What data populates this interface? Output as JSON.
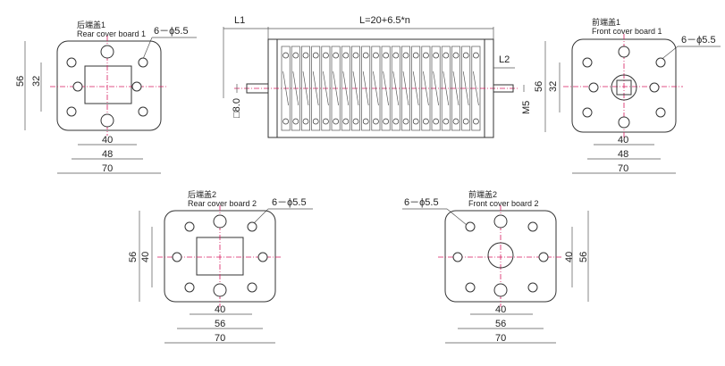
{
  "top_views": {
    "rear1": {
      "label_cn": "后端盖1",
      "label_en": "Rear cover board 1",
      "hole_spec": "6－ϕ5.5",
      "dims": {
        "height": "56",
        "inner_h": "32",
        "w1": "40",
        "w2": "48",
        "w3": "70"
      }
    },
    "front1": {
      "label_cn": "前端盖1",
      "label_en": "Front cover board 1",
      "hole_spec": "6－ϕ5.5",
      "dims": {
        "height": "56",
        "inner_h": "32",
        "w1": "40",
        "w2": "48",
        "w3": "70"
      }
    }
  },
  "side_view": {
    "length_formula": "L=20+6.5*n",
    "l1": "L1",
    "l2": "L2",
    "shaft_sq": "□8.0",
    "thread": "M5",
    "terminal_count": 20
  },
  "bottom_views": {
    "rear2": {
      "label_cn": "后端盖2",
      "label_en": "Rear cover board 2",
      "hole_spec": "6－ϕ5.5",
      "dims": {
        "height": "56",
        "inner_h": "40",
        "w1": "40",
        "w2": "56",
        "w3": "70"
      }
    },
    "front2": {
      "label_cn": "前端盖2",
      "label_en": "Front cover board 2",
      "hole_spec": "6－ϕ5.5",
      "dims": {
        "height": "56",
        "inner_h": "40",
        "w1": "40",
        "w2": "56",
        "w3": "70"
      }
    }
  }
}
